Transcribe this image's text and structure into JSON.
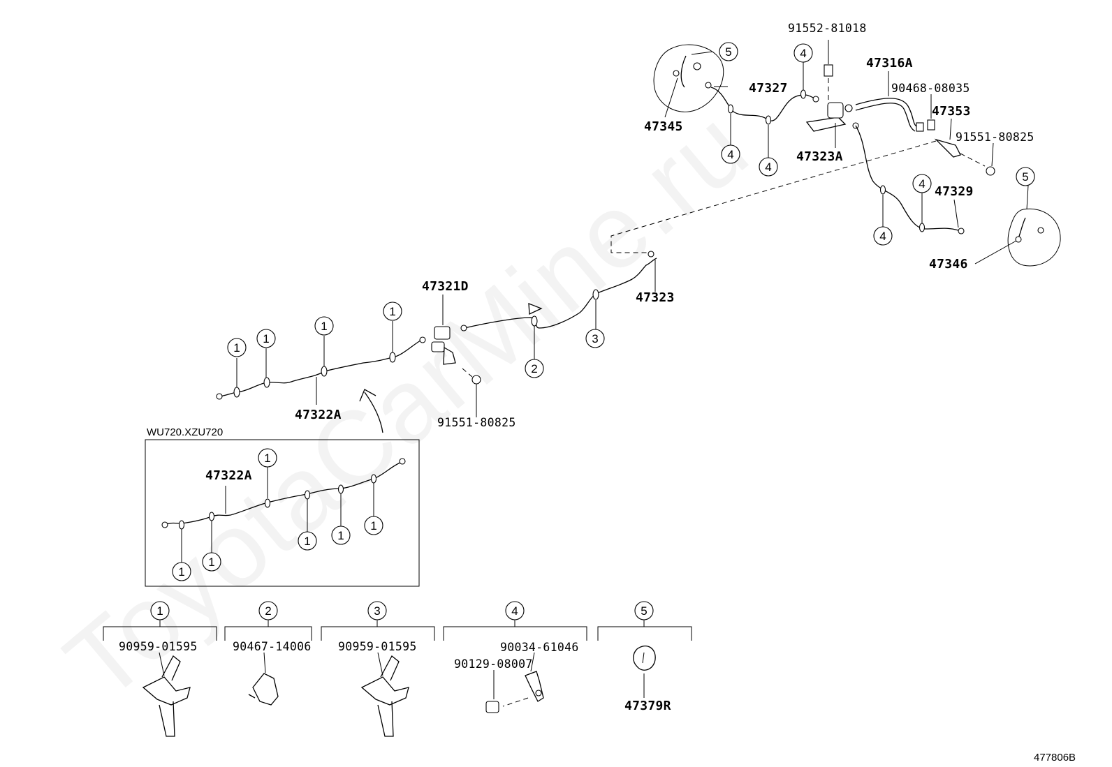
{
  "watermark": "ToyotaCarMine.ru",
  "diagram_id": "477806B",
  "variant_note": "WU720.XZU720",
  "parts": {
    "p91552": "91552-81018",
    "p47316A": "47316A",
    "p90468": "90468-08035",
    "p47353": "47353",
    "p91551_top": "91551-80825",
    "p47327": "47327",
    "p47345": "47345",
    "p47323A": "47323A",
    "p47329": "47329",
    "p47346": "47346",
    "p47321D": "47321D",
    "p47323": "47323",
    "p47322A": "47322A",
    "p91551_mid": "91551-80825",
    "p47322A_inset": "47322A"
  },
  "callouts": {
    "c1": "1",
    "c2": "2",
    "c3": "3",
    "c4": "4",
    "c5": "5"
  },
  "legend": [
    {
      "num": "1",
      "parts": [
        "90959-01595"
      ]
    },
    {
      "num": "2",
      "parts": [
        "90467-14006"
      ]
    },
    {
      "num": "3",
      "parts": [
        "90959-01595"
      ]
    },
    {
      "num": "4",
      "parts": [
        "90034-61046",
        "90129-08007"
      ]
    },
    {
      "num": "5",
      "parts": [
        "47379R"
      ]
    }
  ]
}
